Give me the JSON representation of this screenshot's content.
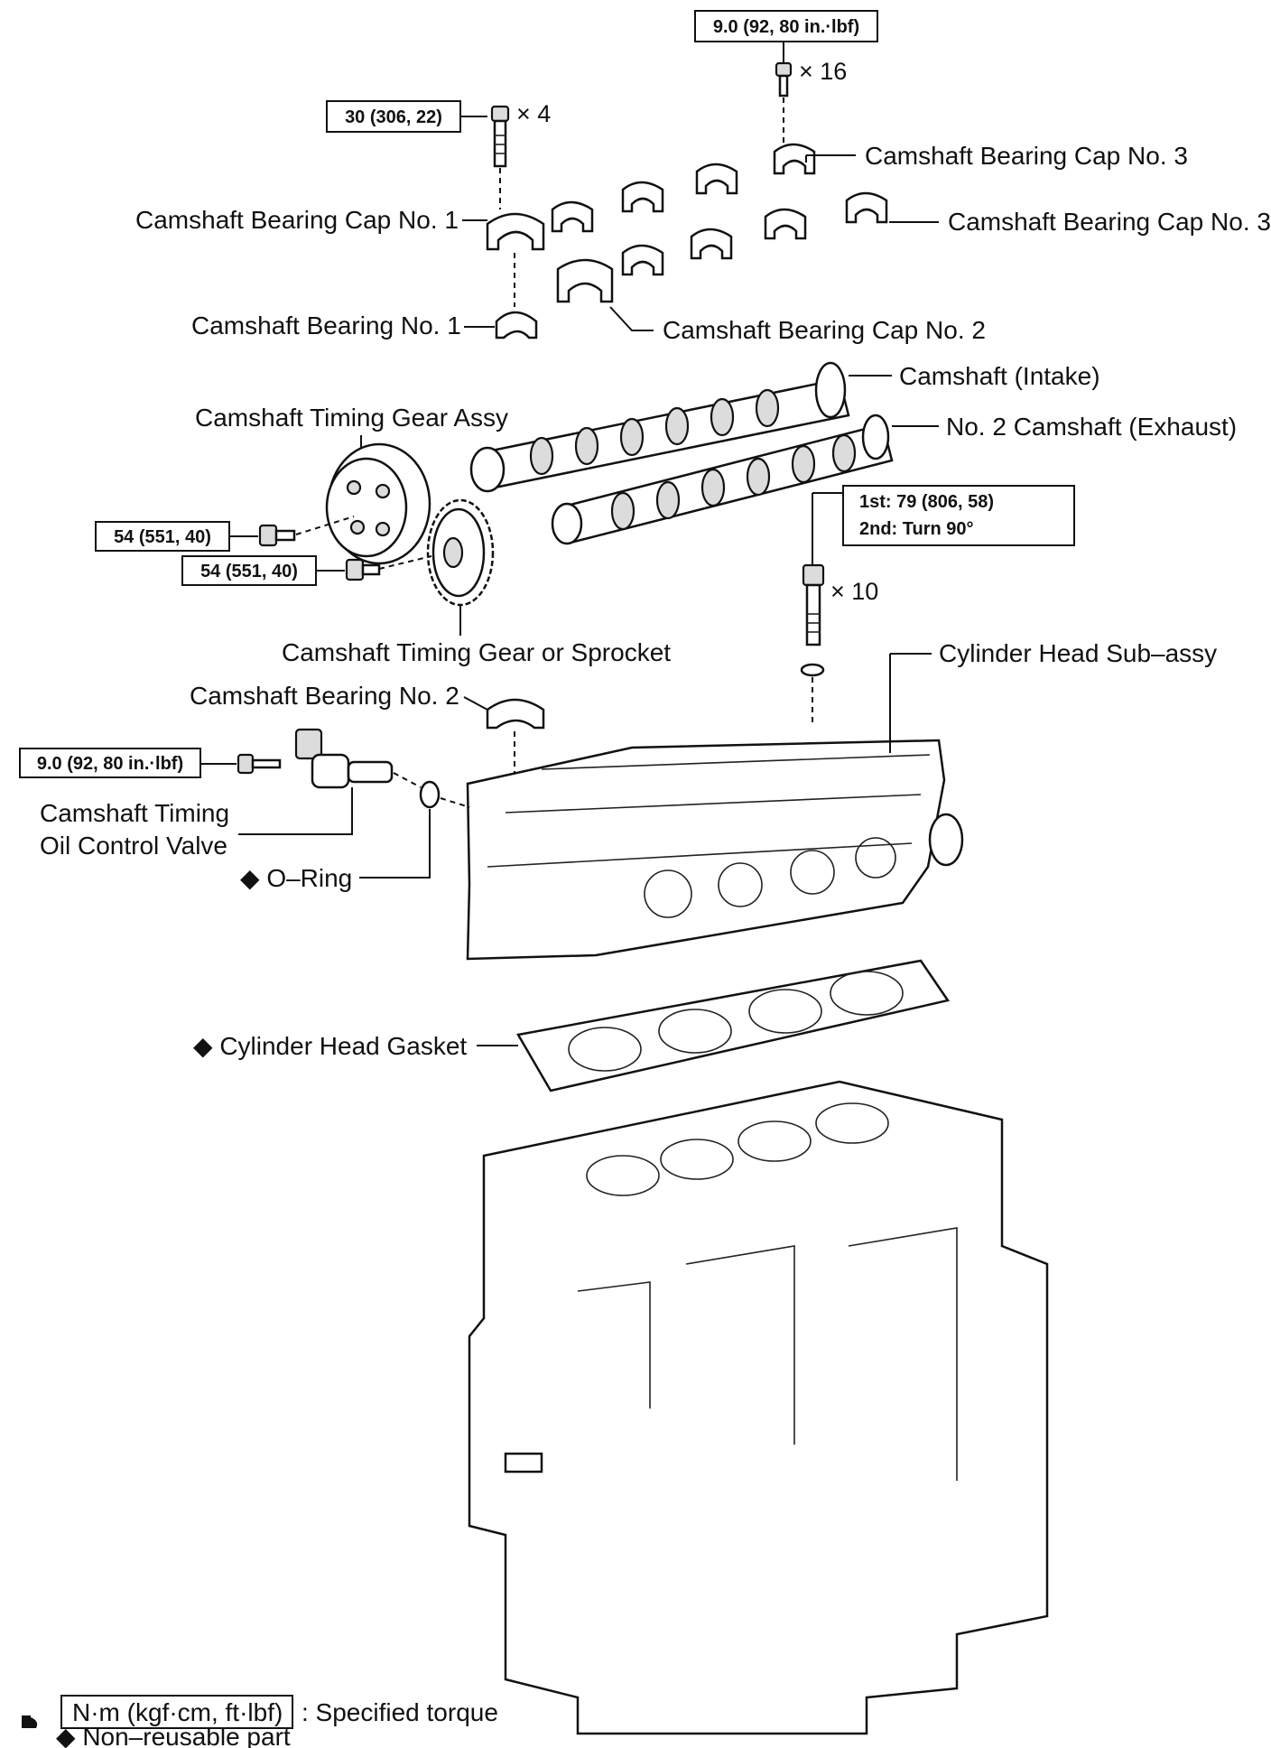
{
  "torque_labels": {
    "cap_no3_bolts": "9.0 (92, 80 in.·lbf)",
    "cap_no1_bolts": "30 (306, 22)",
    "head_bolts_line1": "1st: 79 (806, 58)",
    "head_bolts_line2": "2nd: Turn 90°",
    "gear_bolt": "54 (551, 40)",
    "sprocket_bolt": "54 (551, 40)",
    "ocv_bolt": "9.0 (92, 80 in.·lbf)"
  },
  "quantities": {
    "cap_no3_bolts": "× 16",
    "cap_no1_bolts": "× 4",
    "head_bolts": "× 10"
  },
  "part_labels": {
    "cap_no3_top": "Camshaft Bearing Cap No. 3",
    "cap_no3_right": "Camshaft Bearing Cap No. 3",
    "cap_no1": "Camshaft Bearing Cap No. 1",
    "bearing_no1": "Camshaft Bearing No. 1",
    "cap_no2": "Camshaft Bearing Cap No. 2",
    "camshaft_intake": "Camshaft (Intake)",
    "camshaft_exhaust": "No. 2 Camshaft (Exhaust)",
    "timing_gear_assy": "Camshaft Timing Gear Assy",
    "timing_gear_sprocket": "Camshaft Timing Gear or Sprocket",
    "bearing_no2": "Camshaft Bearing No. 2",
    "cylinder_head": "Cylinder Head Sub–assy",
    "ocv_line1": "Camshaft Timing",
    "ocv_line2": "Oil Control Valve",
    "o_ring": "◆ O–Ring",
    "head_gasket": "◆ Cylinder Head Gasket"
  },
  "legend": {
    "torque_unit": "N·m (kgf·cm, ft·lbf)",
    "torque_desc": ": Specified torque",
    "non_reusable": "◆ Non–reusable part"
  }
}
